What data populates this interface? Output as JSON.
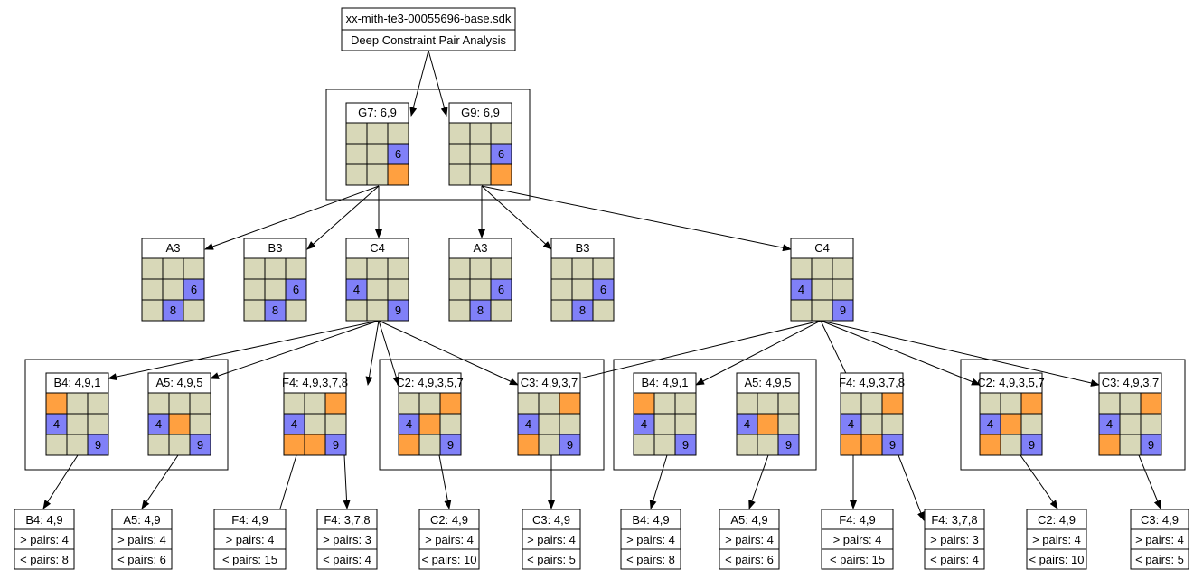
{
  "root": {
    "file": "xx-mith-te3-00055696-base.sdk",
    "subtitle": "Deep Constraint Pair Analysis"
  },
  "colors": {
    "cell": "#d8d8b8",
    "blue": "#8080f8",
    "orange": "#ffa040",
    "stroke": "#000000"
  },
  "tree": [
    {
      "group": "top",
      "cards": [
        {
          "title": "G7: 6,9",
          "cells": {
            "5": [
              "b",
              "6"
            ],
            "8": [
              "o",
              ""
            ]
          }
        },
        {
          "title": "G9: 6,9",
          "cells": {
            "5": [
              "b",
              "6"
            ],
            "8": [
              "o",
              ""
            ]
          }
        }
      ]
    },
    {
      "group": "level2",
      "cards": [
        {
          "title": "A3",
          "cells": {
            "5": [
              "b",
              "6"
            ],
            "7": [
              "b",
              "8"
            ]
          }
        },
        {
          "title": "B3",
          "cells": {
            "5": [
              "b",
              "6"
            ],
            "7": [
              "b",
              "8"
            ]
          }
        },
        {
          "title": "C4",
          "cells": {
            "3": [
              "b",
              "4"
            ],
            "8": [
              "b",
              "9"
            ]
          }
        },
        {
          "title": "A3",
          "cells": {
            "5": [
              "b",
              "6"
            ],
            "7": [
              "b",
              "8"
            ]
          }
        },
        {
          "title": "B3",
          "cells": {
            "5": [
              "b",
              "6"
            ],
            "7": [
              "b",
              "8"
            ]
          }
        },
        {
          "title": "C4",
          "cells": {
            "3": [
              "b",
              "4"
            ],
            "8": [
              "b",
              "9"
            ]
          }
        }
      ]
    },
    {
      "group": "level3",
      "cards": [
        {
          "title": "B4: 4,9,1",
          "cells": {
            "0": [
              "o",
              ""
            ],
            "3": [
              "b",
              "4"
            ],
            "8": [
              "b",
              "9"
            ]
          }
        },
        {
          "title": "A5: 4,9,5",
          "cells": {
            "3": [
              "b",
              "4"
            ],
            "4": [
              "o",
              ""
            ],
            "8": [
              "b",
              "9"
            ]
          }
        },
        {
          "title": "F4: 4,9,3,7,8",
          "cells": {
            "2": [
              "o",
              ""
            ],
            "3": [
              "b",
              "4"
            ],
            "6": [
              "o",
              ""
            ],
            "7": [
              "o",
              ""
            ],
            "8": [
              "b",
              "9"
            ]
          }
        },
        {
          "title": "C2: 4,9,3,5,7",
          "cells": {
            "2": [
              "o",
              ""
            ],
            "3": [
              "b",
              "4"
            ],
            "4": [
              "o",
              ""
            ],
            "6": [
              "o",
              ""
            ],
            "8": [
              "b",
              "9"
            ]
          }
        },
        {
          "title": "C3: 4,9,3,7",
          "cells": {
            "2": [
              "o",
              ""
            ],
            "3": [
              "b",
              "4"
            ],
            "6": [
              "o",
              ""
            ],
            "8": [
              "b",
              "9"
            ]
          }
        },
        {
          "title": "B4: 4,9,1",
          "cells": {
            "0": [
              "o",
              ""
            ],
            "3": [
              "b",
              "4"
            ],
            "8": [
              "b",
              "9"
            ]
          }
        },
        {
          "title": "A5: 4,9,5",
          "cells": {
            "3": [
              "b",
              "4"
            ],
            "4": [
              "o",
              ""
            ],
            "8": [
              "b",
              "9"
            ]
          }
        },
        {
          "title": "F4: 4,9,3,7,8",
          "cells": {
            "2": [
              "o",
              ""
            ],
            "3": [
              "b",
              "4"
            ],
            "6": [
              "o",
              ""
            ],
            "7": [
              "o",
              ""
            ],
            "8": [
              "b",
              "9"
            ]
          }
        },
        {
          "title": "C2: 4,9,3,5,7",
          "cells": {
            "2": [
              "o",
              ""
            ],
            "3": [
              "b",
              "4"
            ],
            "4": [
              "o",
              ""
            ],
            "6": [
              "o",
              ""
            ],
            "8": [
              "b",
              "9"
            ]
          }
        },
        {
          "title": "C3: 4,9,3,7",
          "cells": {
            "2": [
              "o",
              ""
            ],
            "3": [
              "b",
              "4"
            ],
            "6": [
              "o",
              ""
            ],
            "8": [
              "b",
              "9"
            ]
          }
        }
      ]
    }
  ],
  "leaves": [
    {
      "title": "B4: 4,9",
      "gt": "> pairs: 4",
      "lt": "< pairs: 8"
    },
    {
      "title": "A5: 4,9",
      "gt": "> pairs: 4",
      "lt": "< pairs: 6"
    },
    {
      "title": "F4: 4,9",
      "gt": "> pairs: 4",
      "lt": "< pairs: 15"
    },
    {
      "title": "F4: 3,7,8",
      "gt": "> pairs: 3",
      "lt": "< pairs: 4"
    },
    {
      "title": "C2: 4,9",
      "gt": "> pairs: 4",
      "lt": "< pairs: 10"
    },
    {
      "title": "C3: 4,9",
      "gt": "> pairs: 4",
      "lt": "< pairs: 5"
    },
    {
      "title": "B4: 4,9",
      "gt": "> pairs: 4",
      "lt": "< pairs: 8"
    },
    {
      "title": "A5: 4,9",
      "gt": "> pairs: 4",
      "lt": "< pairs: 6"
    },
    {
      "title": "F4: 4,9",
      "gt": "> pairs: 4",
      "lt": "< pairs: 15"
    },
    {
      "title": "F4: 3,7,8",
      "gt": "> pairs: 3",
      "lt": "< pairs: 4"
    },
    {
      "title": "C2: 4,9",
      "gt": "> pairs: 4",
      "lt": "< pairs: 10"
    },
    {
      "title": "C3: 4,9",
      "gt": "> pairs: 4",
      "lt": "< pairs: 5"
    }
  ]
}
